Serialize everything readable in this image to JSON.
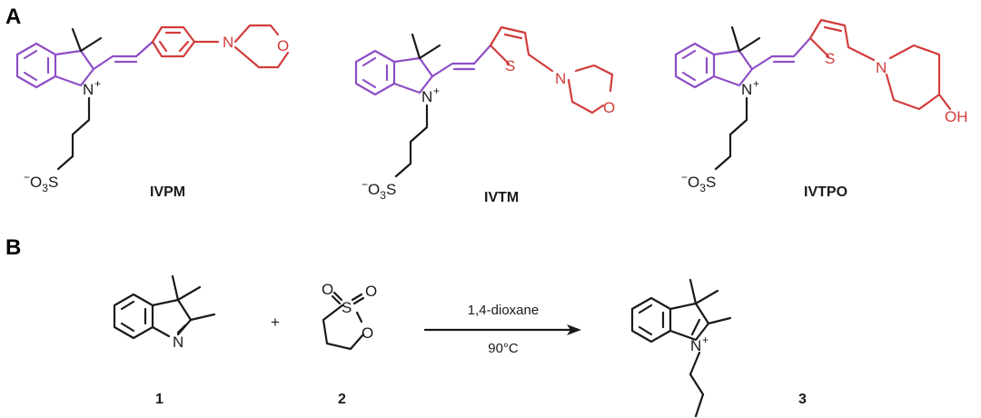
{
  "panels": {
    "a": "A",
    "b": "B"
  },
  "atoms": {
    "n": "N",
    "n_plus": "+",
    "s": "S",
    "o": "O",
    "oh": "OH",
    "sulfonate_neg": "−",
    "sulfonate_o3": "O",
    "sulfonate_sub": "3",
    "sulfonate_s": "S"
  },
  "compounds": [
    "IVPM",
    "IVTM",
    "IVTPO"
  ],
  "scheme": {
    "reactant1": "1",
    "reactant2": "2",
    "product": "3",
    "plus": "+",
    "solvent": "1,4-dioxane",
    "temperature": "90°C"
  },
  "colors": {
    "indolium": "#8e4ec6",
    "donor": "#d23c3c",
    "core": "#1a1a1a"
  }
}
